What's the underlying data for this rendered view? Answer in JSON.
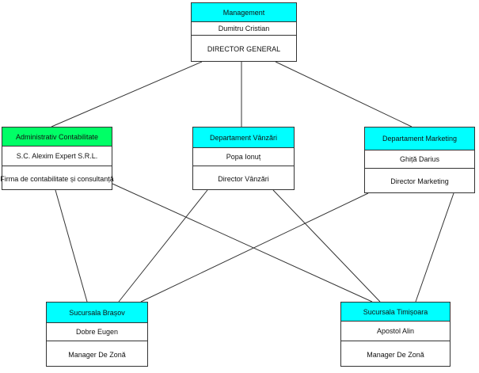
{
  "nodes": {
    "management": {
      "header": "Management",
      "name": "Dumitru Cristian",
      "role": "DIRECTOR GENERAL"
    },
    "admin": {
      "header": "Administrativ Contabilitate",
      "name": "S.C. Alexim Expert S.R.L.",
      "role": "Firma de contabilitate și consultanță"
    },
    "sales": {
      "header": "Departament Vânzări",
      "name": "Popa Ionuț",
      "role": "Director Vânzări"
    },
    "marketing": {
      "header": "Departament Marketing",
      "name": "Ghiță Darius",
      "role": "Director Marketing"
    },
    "brasov": {
      "header": "Sucursala Brașov",
      "name": "Dobre Eugen",
      "role": "Manager De Zonă"
    },
    "timisoara": {
      "header": "Sucursala Timișoara",
      "name": "Apostol Alin",
      "role": "Manager De Zonă"
    }
  },
  "colors": {
    "header_default": "#00ffff",
    "header_admin": "#00ff66",
    "border": "#333333",
    "line": "#333333"
  },
  "connections": [
    [
      "management",
      "admin"
    ],
    [
      "management",
      "sales"
    ],
    [
      "management",
      "marketing"
    ],
    [
      "admin",
      "brasov"
    ],
    [
      "admin",
      "timisoara"
    ],
    [
      "sales",
      "brasov"
    ],
    [
      "sales",
      "timisoara"
    ],
    [
      "marketing",
      "brasov"
    ],
    [
      "marketing",
      "timisoara"
    ]
  ]
}
